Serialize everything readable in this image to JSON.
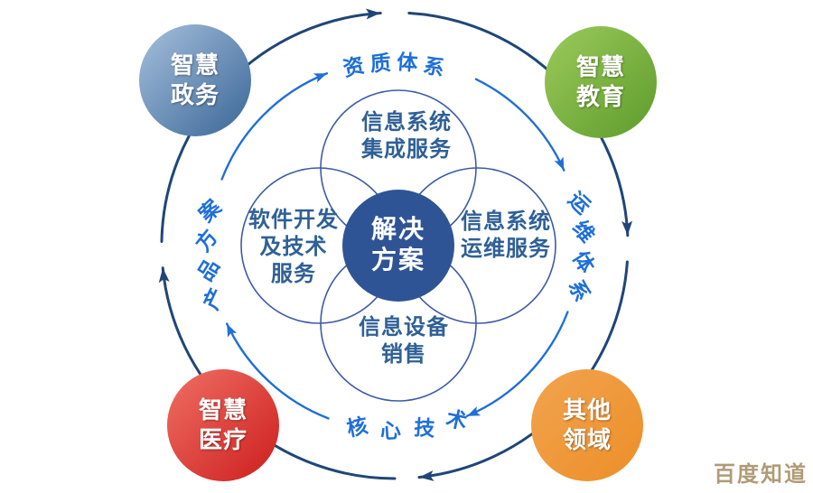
{
  "center": {
    "label": "解决\n方案"
  },
  "petals": {
    "top": "信息系统\n集成服务",
    "right": "信息系统\n运维服务",
    "bottom": "信息设备\n销售",
    "left": "软件开发\n及技术\n服务"
  },
  "ring": {
    "top": "资质体系",
    "right": "运维体系",
    "bottom": "核心技术",
    "left": "产品方案"
  },
  "corners": {
    "gov": {
      "label": "智慧\n政务",
      "color_from": "#A6C0DC",
      "color_to": "#3A6697"
    },
    "edu": {
      "label": "智慧\n教育",
      "color_from": "#9BCA5C",
      "color_to": "#5E9C2B"
    },
    "med": {
      "label": "智慧\n医疗",
      "color_from": "#EF6F64",
      "color_to": "#CD1E1D"
    },
    "other": {
      "label": "其他\n领域",
      "color_from": "#F2A44F",
      "color_to": "#EC8E28"
    }
  },
  "watermark": {
    "text": "百度知道",
    "color": "#B09B77"
  },
  "colors": {
    "outer_ring": "#1F4678",
    "inner_ring": "#1E6FD8",
    "ring_label_text": "#1E6FD8",
    "petal_stroke": "#3D5CA6",
    "petal_text": "#2F6096",
    "center_fill": "#2F5496",
    "center_text": "#FFFFFF"
  }
}
